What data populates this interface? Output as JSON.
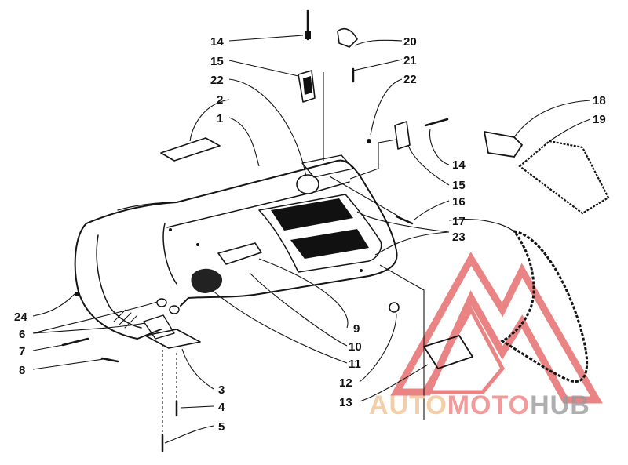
{
  "diagram": {
    "callouts": [
      "14",
      "15",
      "22",
      "2",
      "1",
      "20",
      "21",
      "22",
      "18",
      "19",
      "14",
      "15",
      "16",
      "17",
      "23",
      "24",
      "6",
      "7",
      "8",
      "9",
      "10",
      "11",
      "12",
      "13",
      "3",
      "4",
      "5"
    ]
  },
  "watermark": {
    "part1": "AUTO",
    "part2": "MOTO",
    "part3": "HUB",
    "logo_colors": {
      "triangle": "#e35b5b",
      "text_light": "#f2c69a",
      "text_gray": "#9a9a9a"
    }
  }
}
